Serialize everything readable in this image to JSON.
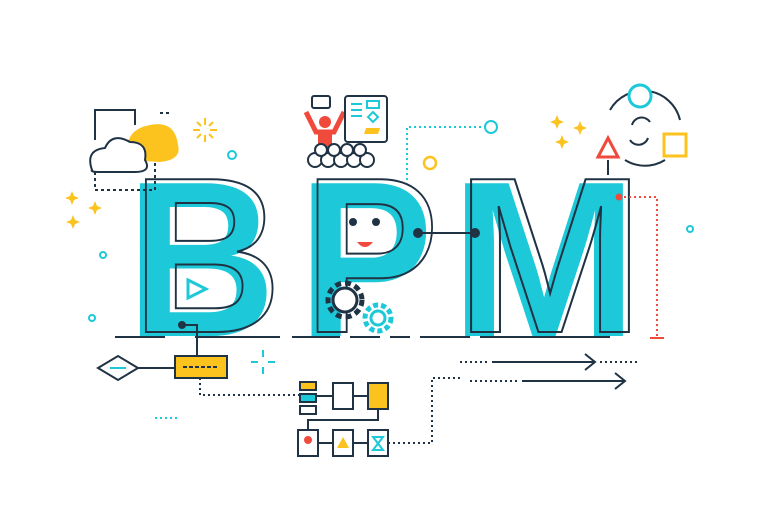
{
  "illustration": {
    "letters": [
      "B",
      "P",
      "M"
    ],
    "colors": {
      "primary": "#1dc9d8",
      "outline": "#1f3344",
      "accent_yellow": "#fcc31e",
      "accent_red": "#ef4a3c",
      "background": "#ffffff"
    },
    "icons": [
      "cloud-brain-icon",
      "presenter-icon",
      "flowchart-board-icon",
      "cycle-shapes-icon",
      "gear-icon",
      "decision-diamond-icon",
      "process-flow-icon",
      "arrow-right-icon",
      "sparkle-icon",
      "smiley-face-icon",
      "play-icon"
    ]
  }
}
